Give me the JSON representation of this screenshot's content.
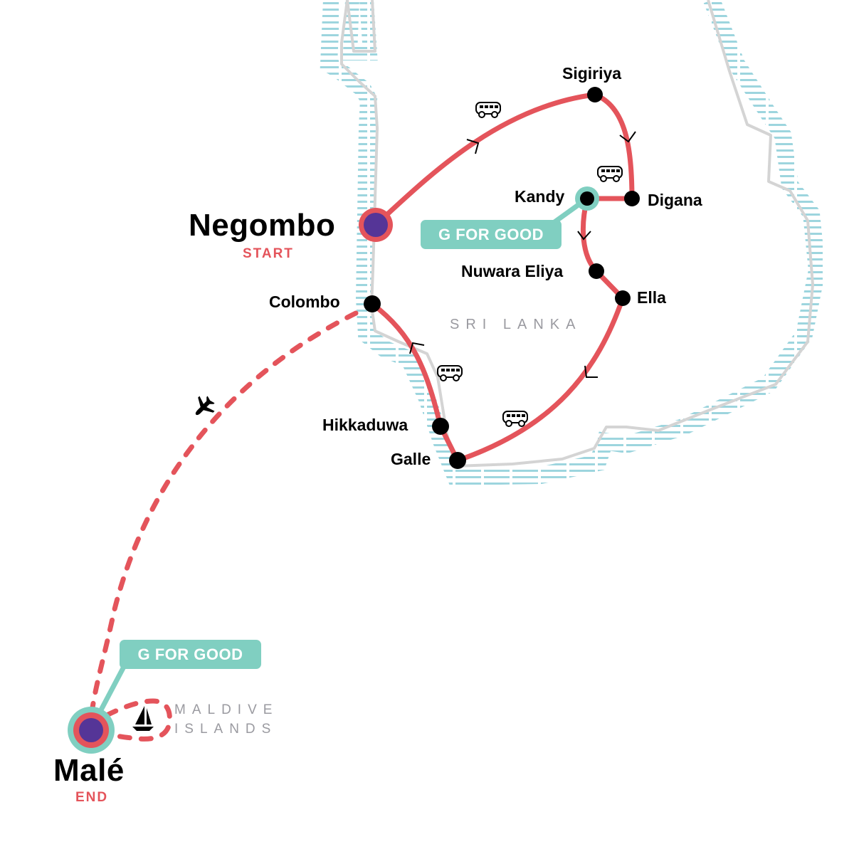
{
  "map": {
    "title": "Sri Lanka & Maldives itinerary map",
    "colors": {
      "route": "#e4545b",
      "start_end_fill": "#553597",
      "g_for_good": "#80cfc1",
      "coast_line": "#d4d4d4",
      "water_hatch": "#9dd5de",
      "stop_dot": "#000000",
      "region_label": "#9a9aa0"
    },
    "start": {
      "name": "Negombo",
      "tag": "START"
    },
    "end": {
      "name": "Malé",
      "tag": "END"
    },
    "stops": [
      {
        "name": "Sigiriya"
      },
      {
        "name": "Digana"
      },
      {
        "name": "Kandy"
      },
      {
        "name": "Nuwara Eliya"
      },
      {
        "name": "Ella"
      },
      {
        "name": "Galle"
      },
      {
        "name": "Hikkaduwa"
      },
      {
        "name": "Colombo"
      }
    ],
    "regions": [
      {
        "name": "SRI LANKA"
      },
      {
        "name_line1": "MALDIVE",
        "name_line2": "ISLANDS"
      }
    ],
    "badges": [
      {
        "label": "G FOR GOOD",
        "attached_to": "Kandy"
      },
      {
        "label": "G FOR GOOD",
        "attached_to": "Malé"
      }
    ],
    "transport_icons": [
      "bus-icon",
      "bus-icon",
      "bus-icon",
      "bus-icon",
      "plane-icon",
      "sailboat-icon"
    ]
  }
}
